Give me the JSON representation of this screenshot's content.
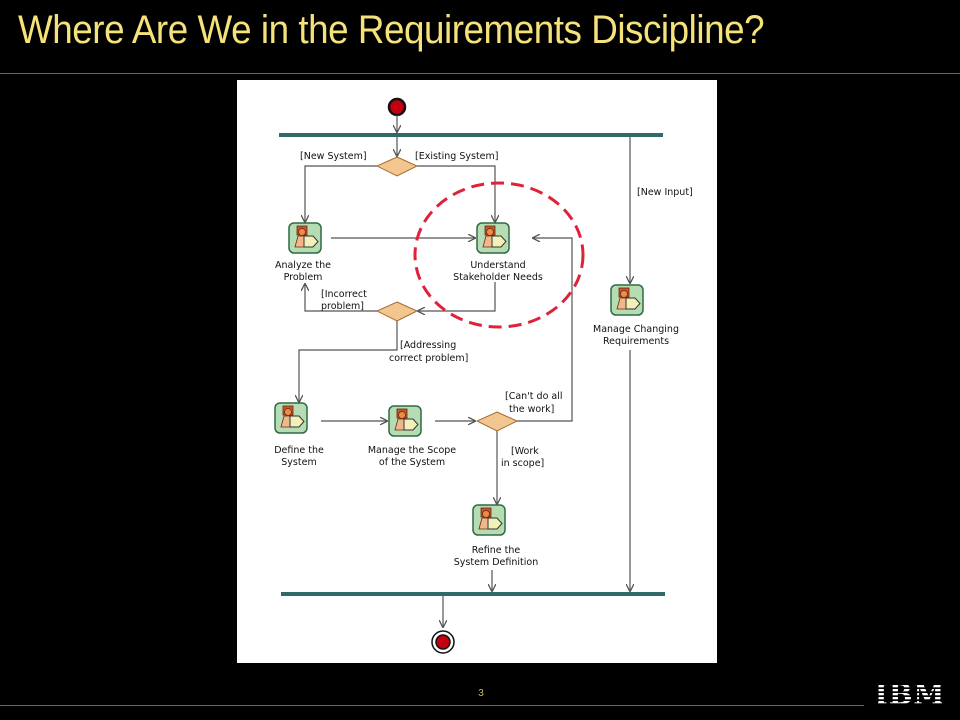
{
  "slide": {
    "title": "Where Are We in the Requirements Discipline?",
    "page_number": "3",
    "logo_text": "IBM"
  },
  "colors": {
    "background": "#000000",
    "title": "#f5e27a",
    "bar": "#2f6a66",
    "decision": "#f3c58f",
    "highlight": "#e0213a"
  },
  "diagram": {
    "activities": {
      "analyze": [
        "Analyze the",
        "Problem"
      ],
      "understand": [
        "Understand",
        "Stakeholder Needs"
      ],
      "manage_changing": [
        "Manage Changing",
        "Requirements"
      ],
      "define": [
        "Define the",
        "System"
      ],
      "manage_scope": [
        "Manage the Scope",
        "of the System"
      ],
      "refine": [
        "Refine the",
        "System Definition"
      ]
    },
    "guards": {
      "new_system": "[New System]",
      "existing_system": "[Existing System]",
      "new_input": "[New Input]",
      "incorrect_problem": [
        "[Incorrect",
        "problem]"
      ],
      "addressing_correct": [
        "[Addressing",
        "correct problem]"
      ],
      "cant_do_all": [
        "[Can't do all",
        "the work]"
      ],
      "work_in_scope": [
        "[Work",
        "in scope]"
      ]
    }
  }
}
